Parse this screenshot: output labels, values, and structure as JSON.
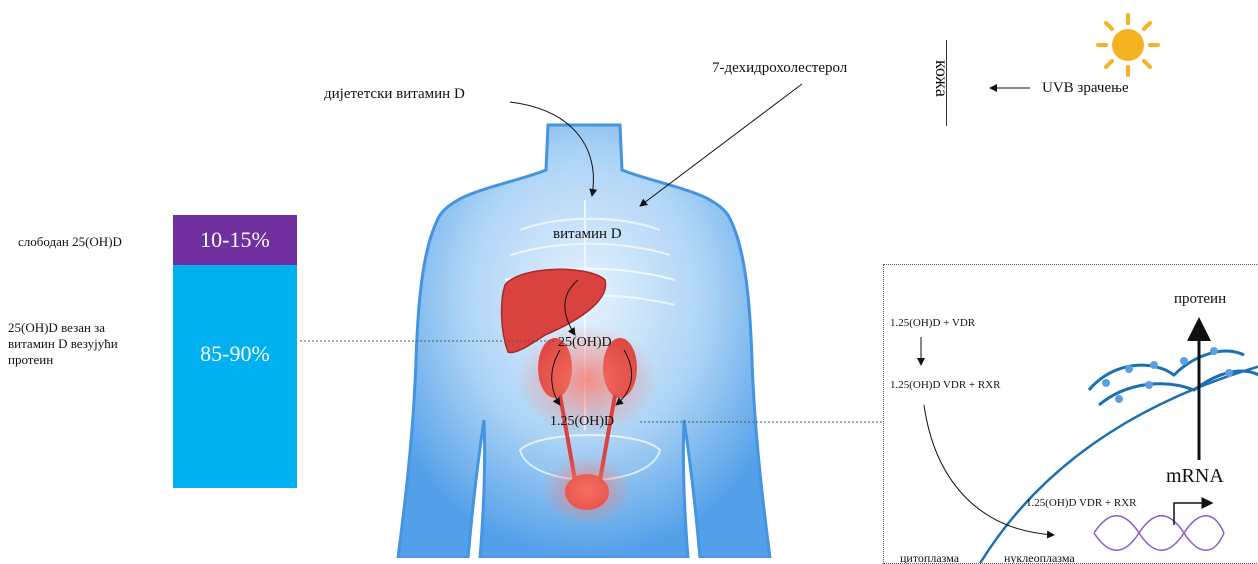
{
  "labels": {
    "dietary_vitamin_d": "дијететски витамин D",
    "dehydrocholesterol": "7-дехидрохолестерол",
    "skin": "кожа",
    "uvb": "UVB зрачење",
    "vitamin_d": "витамин D",
    "calcidiol": "25(OH)D",
    "calcitriol": "1.25(OH)D"
  },
  "bar": {
    "free_label": "слободан 25(OH)D",
    "free_value": "10-15%",
    "bound_label_line1": "25(OH)D везан за",
    "bound_label_line2": "витамин D везујући",
    "bound_label_line3": "протеин",
    "bound_value": "85-90%"
  },
  "inset": {
    "step1": "1.25(OH)D + VDR",
    "step2": "1.25(OH)D VDR + RXR",
    "step3": "1.25(OH)D VDR + RXR",
    "protein": "протеин",
    "mrna": "mRNA",
    "cytoplasm": "цитоплазма",
    "nucleoplasm": "нуклеоплазма"
  },
  "colors": {
    "free_bar": "#7030a0",
    "bound_bar": "#00b0f0",
    "body_glow": "#6fb6ef",
    "organ": "#d9423f",
    "sun": "#f6b321",
    "membrane": "#1b6fb3"
  }
}
